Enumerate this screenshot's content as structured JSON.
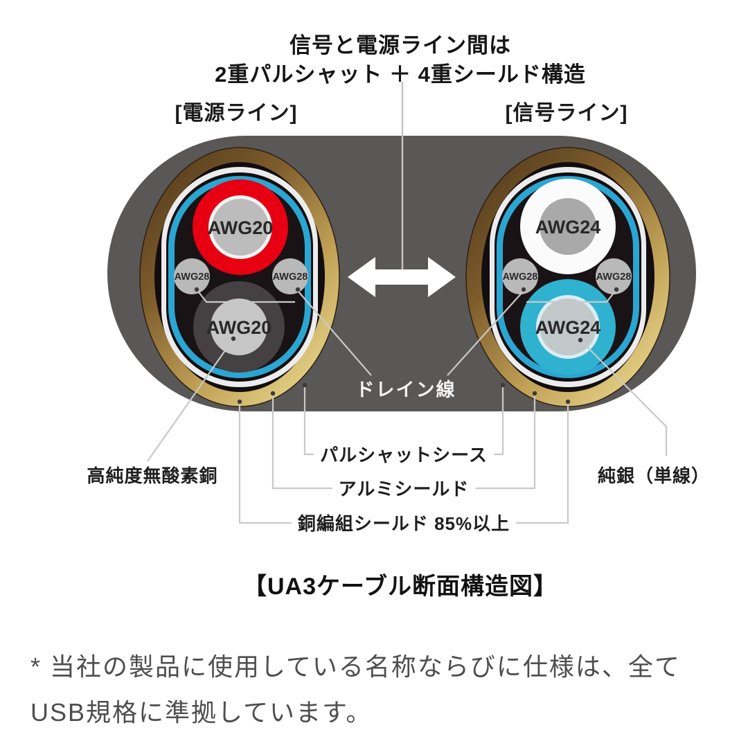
{
  "title": {
    "line1": "信号と電源ライン間は",
    "line2": "2重パルシャット ＋ 4重シールド構造"
  },
  "cables": {
    "power_core": {
      "bracket_label": "[電源ライン]",
      "top_wire": "AWG20",
      "bottom_wire": "AWG20",
      "left_drain": "AWG28",
      "right_drain": "AWG28"
    },
    "signal_core": {
      "bracket_label": "[信号ライン]",
      "top_wire": "AWG24",
      "bottom_wire": "AWG24",
      "left_drain": "AWG28",
      "right_drain": "AWG28"
    }
  },
  "callouts": {
    "drain_wire": "ドレイン線",
    "oxygen_free_copper": "高純度無酸素銅",
    "pulshut_sheath": "パルシャットシース",
    "aluminum_shield": "アルミシールド",
    "copper_braid_shield": "銅編組シールド 85%以上",
    "pure_silver": "純銀（単線）"
  },
  "caption": "【UA3ケーブル断面構造図】",
  "footnote": {
    "line1": "* 当社の製品に使用している名称ならびに仕様は、全て",
    "line2": "USB規格に準拠しています。"
  },
  "colors": {
    "cable_body": "#5a5757",
    "gold_braid": "#c8a958",
    "white_shield": "#ececec",
    "blue_sheath": "#2ba6d2",
    "red_wire": "#e60012",
    "white_wire": "#fbfbfb",
    "cyan_wire": "#2fb2cf",
    "gray_wire_core": "#c6c6c6",
    "leader_line": "#c9c9c9",
    "footnote_text": "#4e4e4e"
  }
}
